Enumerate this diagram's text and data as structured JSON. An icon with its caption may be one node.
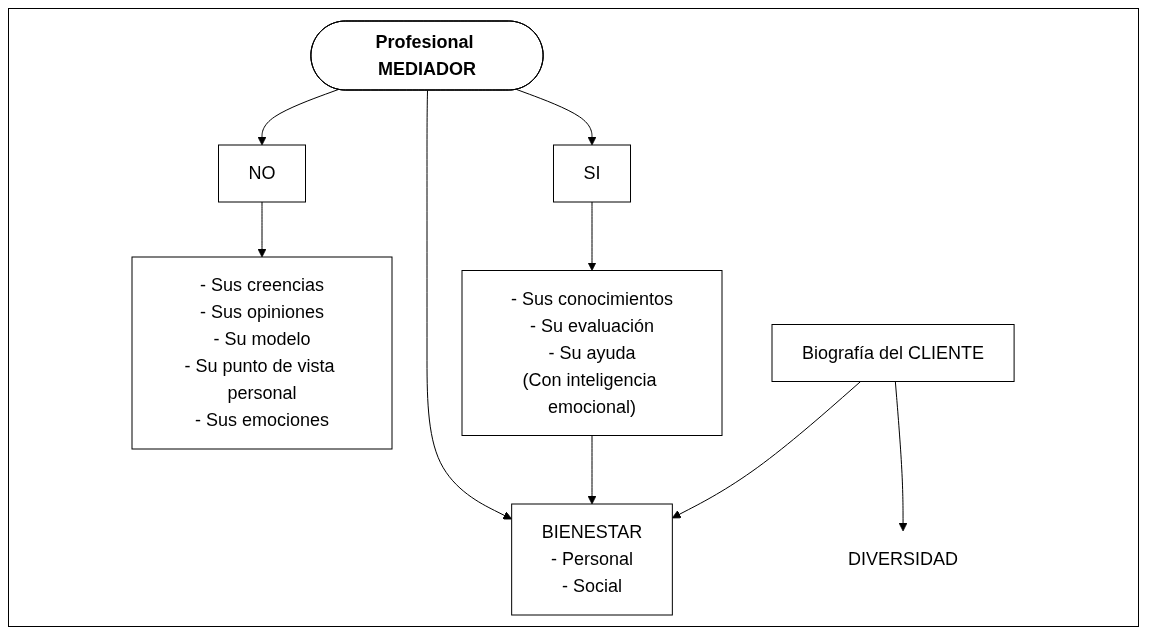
{
  "diagram": {
    "nodes": [
      {
        "text": [
          "Profesional MEDIADOR"
        ]
      },
      {
        "text": [
          "NO"
        ]
      },
      {
        "text": [
          "SI"
        ]
      },
      {
        "text": [
          "- Sus creencias",
          "- Sus opiniones",
          "- Su modelo",
          "- Su punto de vista personal",
          "- Sus emociones"
        ]
      },
      {
        "text": [
          "- Sus conocimientos",
          "- Su evaluación",
          "- Su ayuda",
          "(Con inteligencia emocional)"
        ]
      },
      {
        "text": [
          "Biografía del CLIENTE"
        ]
      },
      {
        "text": [
          "DIVERSIDAD"
        ]
      },
      {
        "text": [
          "BIENESTAR",
          "- Personal",
          "- Social"
        ]
      }
    ],
    "edges": [
      {
        "from": 0,
        "to": 1,
        "arrow": "to"
      },
      {
        "from": 0,
        "to": 2,
        "arrow": "to"
      },
      {
        "from": 1,
        "to": 3,
        "arrow": "to"
      },
      {
        "from": 2,
        "to": 4,
        "arrow": "to"
      },
      {
        "from": 0,
        "to": 7,
        "arrow": "to"
      },
      {
        "from": 4,
        "to": 7,
        "arrow": "to"
      },
      {
        "from": 5,
        "to": 7,
        "arrow": "to"
      },
      {
        "from": 5,
        "to": 6,
        "arrow": "to"
      }
    ]
  }
}
